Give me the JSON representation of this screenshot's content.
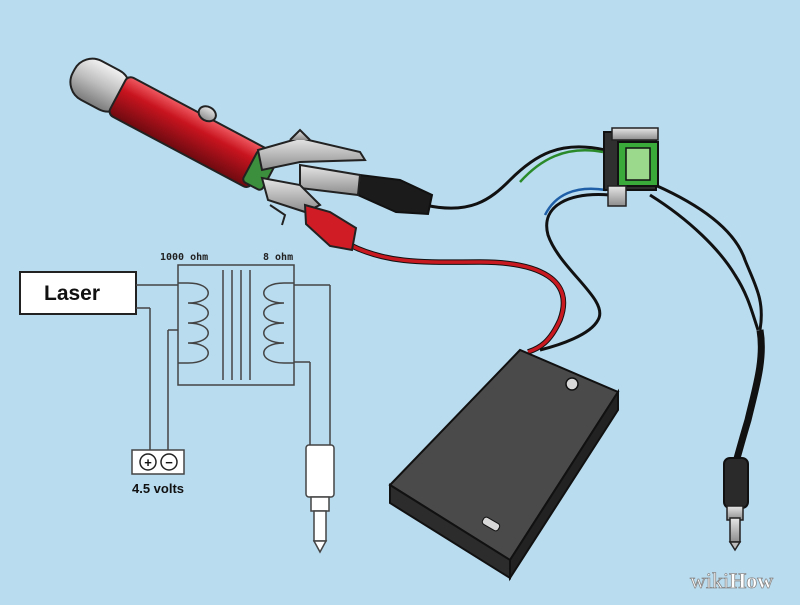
{
  "background_color": "#b9dcef",
  "schematic": {
    "laser_label": "Laser",
    "primary_label": "1000 ohm",
    "secondary_label": "8 ohm",
    "battery_label": "4.5 volts",
    "battery_plus": "+",
    "battery_minus": "−"
  },
  "watermark": {
    "brand_part1": "wiki",
    "brand_part2": "How"
  },
  "colors": {
    "laser_body": "#b8101d",
    "transformer_green": "#3aaa3a",
    "wire_red": "#c81820",
    "wire_black": "#111111",
    "wire_green": "#2a8a2a",
    "wire_blue": "#1f5fa8",
    "battery_box": "#333333"
  },
  "icons": [
    "laser-pointer-icon",
    "alligator-clip-icon",
    "transformer-icon",
    "battery-pack-icon",
    "audio-plug-icon"
  ]
}
